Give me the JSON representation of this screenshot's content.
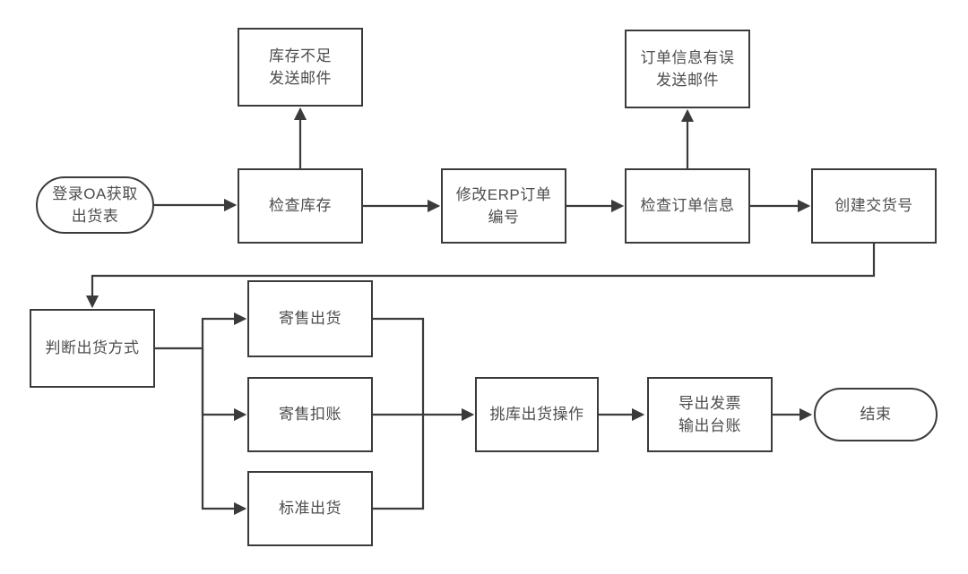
{
  "flowchart": {
    "language": "zh-CN",
    "colors": {
      "stroke": "#3b3b3b",
      "fill": "#ffffff",
      "text": "#4d4d4d",
      "background": "#ffffff"
    },
    "nodes": {
      "start": {
        "label": "登录OA获取\n出货表",
        "shape": "stadium"
      },
      "insufficient_inventory_email": {
        "label": "库存不足\n发送邮件",
        "shape": "rect"
      },
      "check_inventory": {
        "label": "检查库存",
        "shape": "rect"
      },
      "modify_erp_order_no": {
        "label": "修改ERP订单\n编号",
        "shape": "rect"
      },
      "check_order_info": {
        "label": "检查订单信息",
        "shape": "rect"
      },
      "order_info_error_email": {
        "label": "订单信息有误\n发送邮件",
        "shape": "rect"
      },
      "create_delivery_no": {
        "label": "创建交货号",
        "shape": "rect"
      },
      "judge_ship_method": {
        "label": "判断出货方式",
        "shape": "rect"
      },
      "consignment_ship": {
        "label": "寄售出货",
        "shape": "rect"
      },
      "consignment_debit": {
        "label": "寄售扣账",
        "shape": "rect"
      },
      "standard_ship": {
        "label": "标准出货",
        "shape": "rect"
      },
      "pick_ship_operation": {
        "label": "挑库出货操作",
        "shape": "rect"
      },
      "export_invoice_ledger": {
        "label": "导出发票\n输出台账",
        "shape": "rect"
      },
      "end": {
        "label": "结束",
        "shape": "stadium"
      }
    },
    "edges": [
      {
        "from": "start",
        "to": "check_inventory"
      },
      {
        "from": "check_inventory",
        "to": "insufficient_inventory_email"
      },
      {
        "from": "check_inventory",
        "to": "modify_erp_order_no"
      },
      {
        "from": "modify_erp_order_no",
        "to": "check_order_info"
      },
      {
        "from": "check_order_info",
        "to": "order_info_error_email"
      },
      {
        "from": "check_order_info",
        "to": "create_delivery_no"
      },
      {
        "from": "create_delivery_no",
        "to": "judge_ship_method"
      },
      {
        "from": "judge_ship_method",
        "to": "consignment_ship"
      },
      {
        "from": "judge_ship_method",
        "to": "consignment_debit"
      },
      {
        "from": "judge_ship_method",
        "to": "standard_ship"
      },
      {
        "from": "consignment_ship",
        "to": "pick_ship_operation"
      },
      {
        "from": "consignment_debit",
        "to": "pick_ship_operation"
      },
      {
        "from": "standard_ship",
        "to": "pick_ship_operation"
      },
      {
        "from": "pick_ship_operation",
        "to": "export_invoice_ledger"
      },
      {
        "from": "export_invoice_ledger",
        "to": "end"
      }
    ]
  }
}
